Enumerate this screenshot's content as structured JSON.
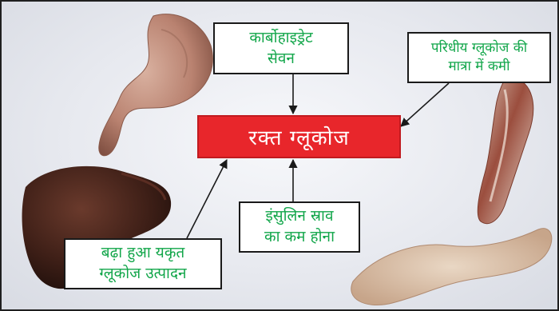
{
  "center": {
    "label": "रक्त ग्लूकोज"
  },
  "boxes": {
    "carb": {
      "line1": "कार्बोहाइड्रेट",
      "line2": "सेवन"
    },
    "peripheral": {
      "line1": "परिधीय ग्लूकोज की",
      "line2": "मात्रा में कमी"
    },
    "insulin": {
      "line1": "इंसुलिन स्राव",
      "line2": "का कम होना"
    },
    "liver": {
      "line1": "बढ़ा हुआ यकृत",
      "line2": "ग्लूकोज उत्पादन"
    }
  },
  "organs": [
    "stomach",
    "liver",
    "muscle",
    "pancreas"
  ],
  "colors": {
    "center_fill": "#e8262b",
    "label_text": "#12a64a",
    "border": "#1a1a1a"
  }
}
